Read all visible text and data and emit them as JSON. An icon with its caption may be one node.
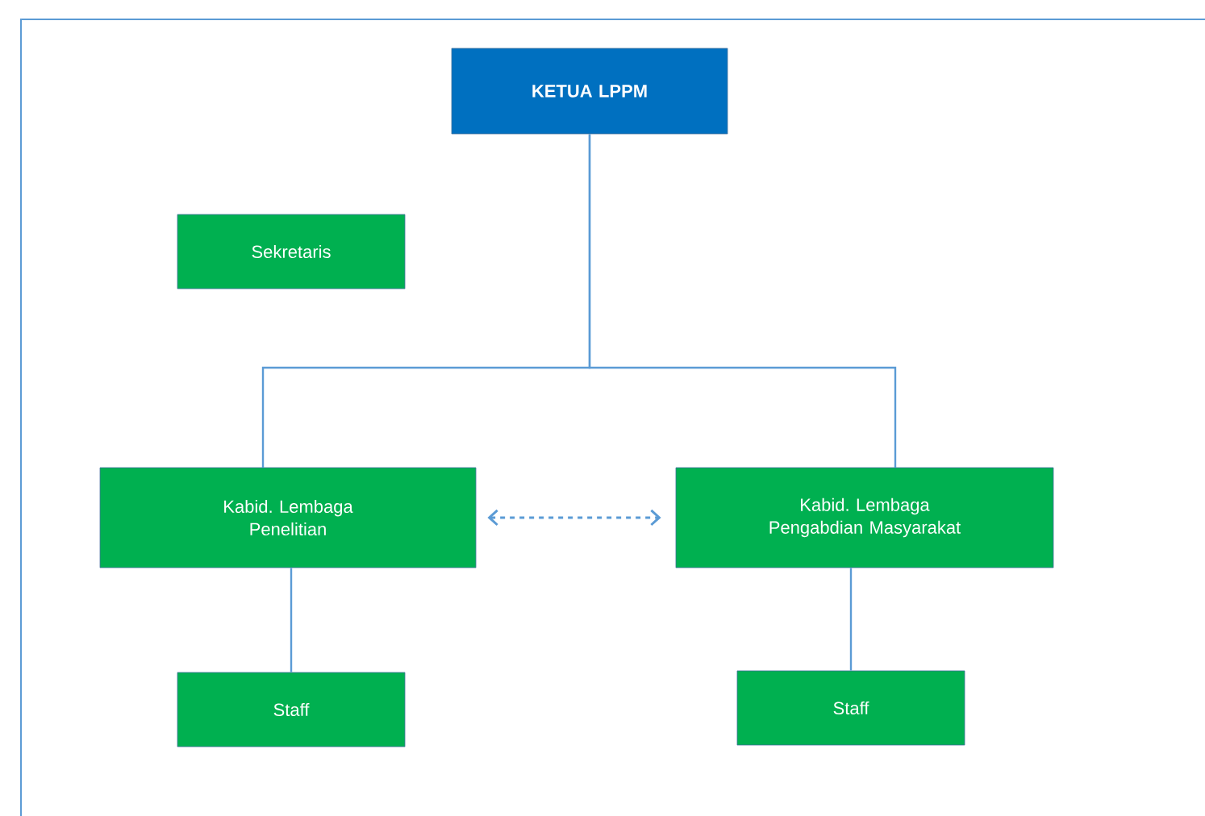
{
  "diagram": {
    "nodes": [
      {
        "text": [
          "KETUA LPPM"
        ]
      },
      {
        "text": [
          "Sekretaris"
        ]
      },
      {
        "text": [
          "Kabid. Lembaga Penelitian"
        ]
      },
      {
        "text": [
          "Kabid. Lembaga Pengabdian Masyarakat"
        ]
      },
      {
        "text": [
          "Staff"
        ]
      },
      {
        "text": [
          "Staff"
        ]
      }
    ],
    "edges": [
      {
        "from": 0,
        "to": 2,
        "arrow": "none"
      },
      {
        "from": 0,
        "to": 3,
        "arrow": "none"
      },
      {
        "from": 2,
        "to": 3,
        "arrow": "both",
        "style": "dashed"
      },
      {
        "from": 2,
        "to": 4,
        "arrow": "none"
      },
      {
        "from": 3,
        "to": 5,
        "arrow": "none"
      }
    ]
  }
}
